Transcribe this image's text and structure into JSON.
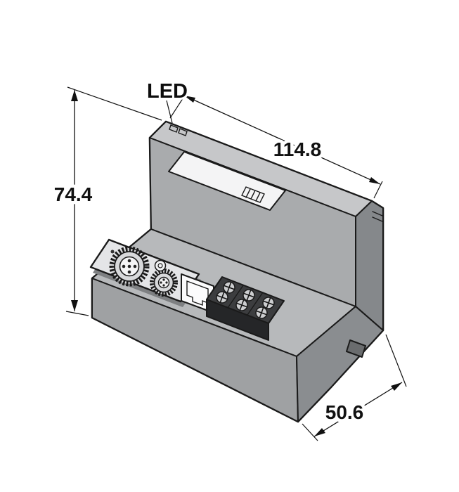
{
  "figure": {
    "kind": "technical-dimension-drawing",
    "labels": {
      "led": "LED",
      "dim_top": "114.8",
      "dim_left": "74.4",
      "dim_bottom": "50.6"
    },
    "colors": {
      "outline": "#1a1a1a",
      "body_top": "#c6c7c9",
      "body_front": "#a9abad",
      "body_side": "#85888b",
      "body_base": "#9fa1a3",
      "body_wedge": "#8a8d90",
      "platform": "#b7b9bb",
      "panel": "#f4f4f5",
      "background": "#ffffff"
    }
  }
}
